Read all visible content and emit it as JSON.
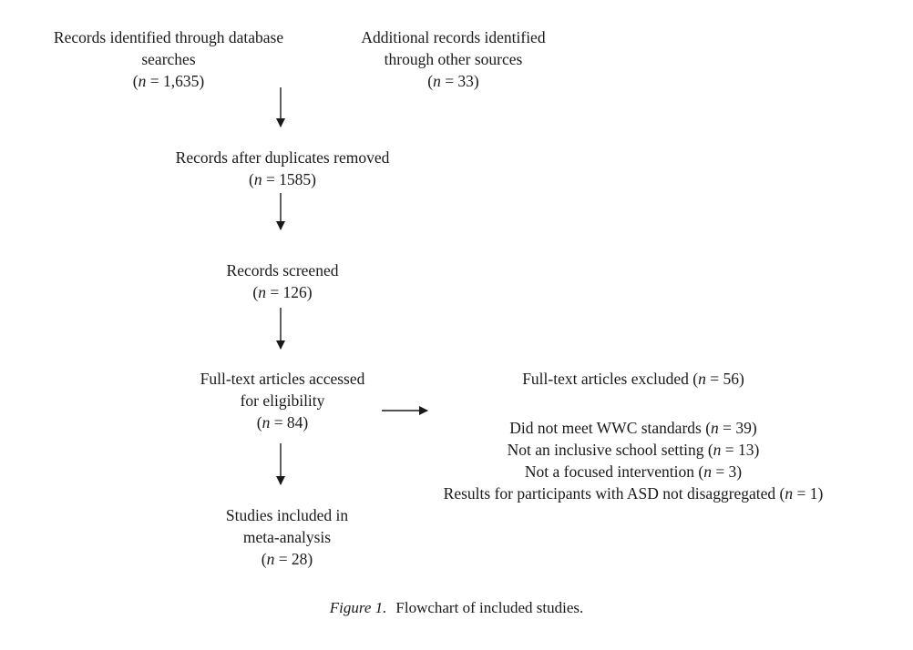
{
  "nodes": {
    "database": {
      "line1": "Records identified through database",
      "line2": "searches",
      "n": "n",
      "count": " = 1,635)"
    },
    "other": {
      "line1": "Additional records identified",
      "line2": "through other sources",
      "n": "n",
      "count": " = 33)"
    },
    "dedup": {
      "line1": "Records after duplicates removed",
      "n": "n",
      "count": " = 1585)"
    },
    "screened": {
      "line1": "Records screened",
      "n": "n",
      "count": " = 126)"
    },
    "fulltext": {
      "line1": "Full-text articles accessed",
      "line2": "for eligibility",
      "n": "n",
      "count": " = 84)"
    },
    "included": {
      "line1": "Studies included in",
      "line2": "meta-analysis",
      "n": "n",
      "count": " = 28)"
    }
  },
  "excluded": {
    "heading_pre": "Full-text articles excluded (",
    "heading_n": "n",
    "heading_post": " = 56)",
    "reasons": [
      {
        "pre": "Did not meet WWC standards (",
        "n": "n",
        "post": " = 39)"
      },
      {
        "pre": "Not an inclusive school setting (",
        "n": "n",
        "post": " = 13)"
      },
      {
        "pre": "Not a focused intervention (",
        "n": "n",
        "post": " = 3)"
      },
      {
        "pre": "Results for participants with ASD not disaggregated (",
        "n": "n",
        "post": " = 1)"
      }
    ]
  },
  "caption": {
    "label": "Figure 1.",
    "text": "Flowchart of included studies."
  }
}
